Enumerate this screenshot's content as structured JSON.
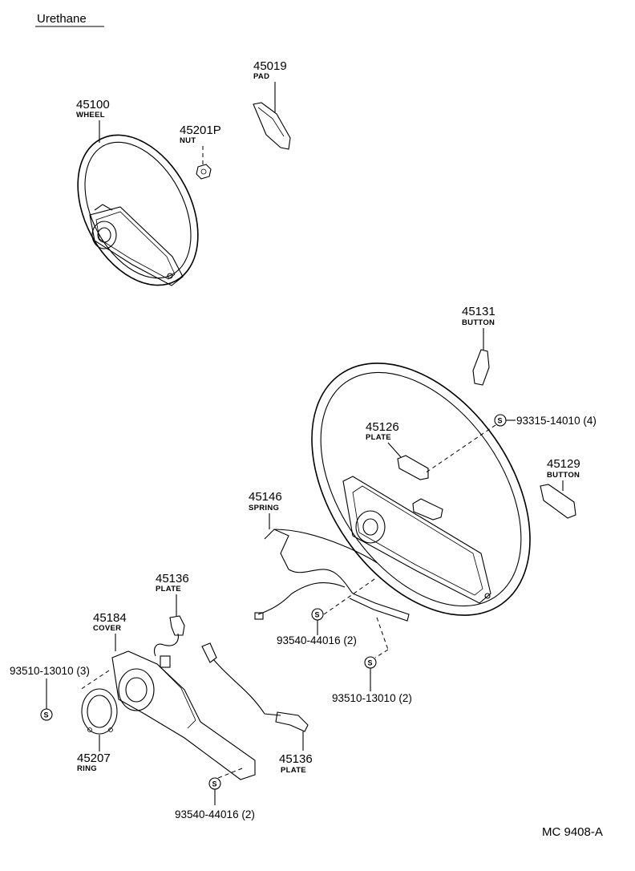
{
  "header": {
    "title": "Urethane"
  },
  "footer": {
    "code": "MC 9408-A"
  },
  "labels": {
    "wheel_45100": {
      "number": "45100",
      "name": "WHEEL"
    },
    "pad_45019": {
      "number": "45019",
      "name": "PAD"
    },
    "nut_45201p": {
      "number": "45201P",
      "name": "NUT"
    },
    "button_45131": {
      "number": "45131",
      "name": "BUTTON"
    },
    "screw_93315": {
      "symbol": "S",
      "number": "93315-14010 (4)"
    },
    "plate_45126": {
      "number": "45126",
      "name": "PLATE"
    },
    "button_45129": {
      "number": "45129",
      "name": "BUTTON"
    },
    "spring_45146": {
      "number": "45146",
      "name": "SPRING"
    },
    "plate_45136a": {
      "number": "45136",
      "name": "PLATE"
    },
    "cover_45184": {
      "number": "45184",
      "name": "COVER"
    },
    "screw_93540a": {
      "symbol": "S",
      "number": "93540-44016 (2)"
    },
    "screw_93510a": {
      "symbol": "S",
      "number": "93510-13010 (2)"
    },
    "screw_93510b": {
      "symbol": "S",
      "number": "93510-13010 (3)"
    },
    "ring_45207": {
      "number": "45207",
      "name": "RING"
    },
    "plate_45136b": {
      "number": "45136",
      "name": "PLATE"
    },
    "screw_93540b": {
      "symbol": "S",
      "number": "93540-44016 (2)"
    }
  }
}
